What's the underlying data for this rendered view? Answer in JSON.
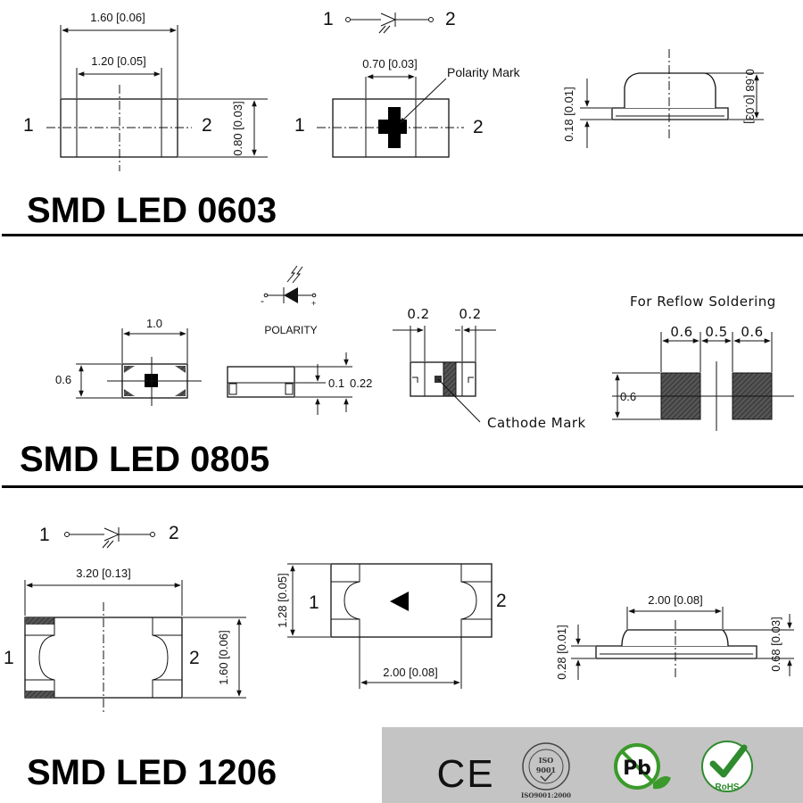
{
  "led0603": {
    "title": "SMD LED 0603",
    "diode_pin1": "1",
    "diode_pin2": "2",
    "dim_length": "1.60 [0.06]",
    "dim_inner": "1.20 [0.05]",
    "dim_width": "0.80 [0.03]",
    "dim_pad": "0.70 [0.03]",
    "polarity_mark": "Polarity Mark",
    "dim_height_base": "0.18 [0.01]",
    "dim_height_total": "0.68 [0.03]",
    "top_pin1": "1",
    "top_pin2": "2",
    "mark_pin1": "1",
    "mark_pin2": "2"
  },
  "led0805": {
    "title": "SMD LED 0805",
    "dim_length": "1.0",
    "dim_width": "0.6",
    "polarity": "POLARITY",
    "symbol_minus": "-",
    "symbol_plus": "+",
    "dim_base": "0.1",
    "dim_height": "0.22",
    "dim_pad_left": "0.2",
    "dim_pad_right": "0.2",
    "cathode_mark": "Cathode Mark",
    "reflow_title": "For Reflow Soldering",
    "reflow_pad1": "0.6",
    "reflow_gap": "0.5",
    "reflow_pad2": "0.6",
    "reflow_height": "0.6"
  },
  "led1206": {
    "title": "SMD LED 1206",
    "diode_pin1": "1",
    "diode_pin2": "2",
    "dim_length": "3.20 [0.13]",
    "dim_width": "1.60 [0.06]",
    "dim_height_body": "1.28 [0.05]",
    "dim_pad_spacing": "2.00 [0.08]",
    "dim_top_length": "2.00 [0.08]",
    "dim_height_base": "0.28 [0.01]",
    "dim_height_total": "0.68 [0.03]",
    "side_pin1": "1",
    "side_pin2": "2",
    "bottom_pin1": "1",
    "bottom_pin2": "2"
  },
  "certifications": {
    "ce": "CE",
    "iso_top": "ISO",
    "iso_num": "9001",
    "iso_bottom": "ISO9001:2000",
    "pb": "Pb",
    "rohs": "RoHS"
  },
  "colors": {
    "cert_bg": "#c4c4c4",
    "pb_green": "#3a9a2a",
    "rohs_green": "#2e8b2e",
    "pad_gray": "#444444"
  }
}
